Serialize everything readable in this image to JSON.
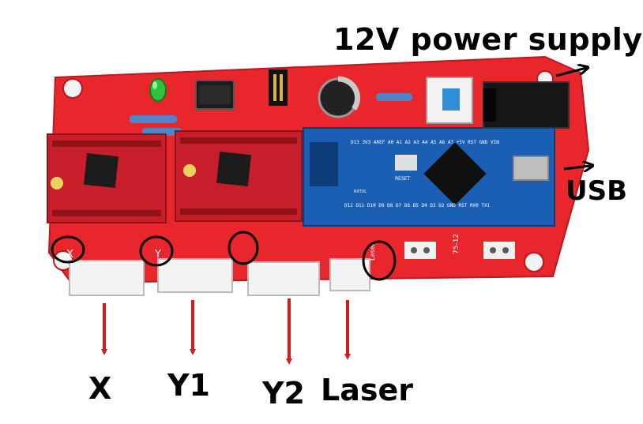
{
  "callouts": {
    "power_supply": "12V power supply",
    "usb": "USB",
    "x": "X",
    "y1": "Y1",
    "y2": "Y2",
    "laser": "Laser"
  },
  "board_silkscreen": {
    "driver_axis_x": "X",
    "driver_axis_y": "Y",
    "port_laser": "Laser",
    "port_voltage": "75-12",
    "nano_reset": "RESET",
    "nano_pins_top": "D12 D11 D10 D9 D8 D7 D6 D5 D4 D3 D2 GND RST RX0 TX1",
    "nano_pins_bottom": "D13 3V3 AREF A0 A1 A2 A3 A4 A5 A6 A7 +5V RST GND VIN",
    "nano_leds": "RXTXL"
  },
  "colors": {
    "board": "#e8262c",
    "driver": "#c81e2b",
    "nano": "#1a5fb4",
    "arrow": "#d41c1c",
    "text": "#000000"
  }
}
